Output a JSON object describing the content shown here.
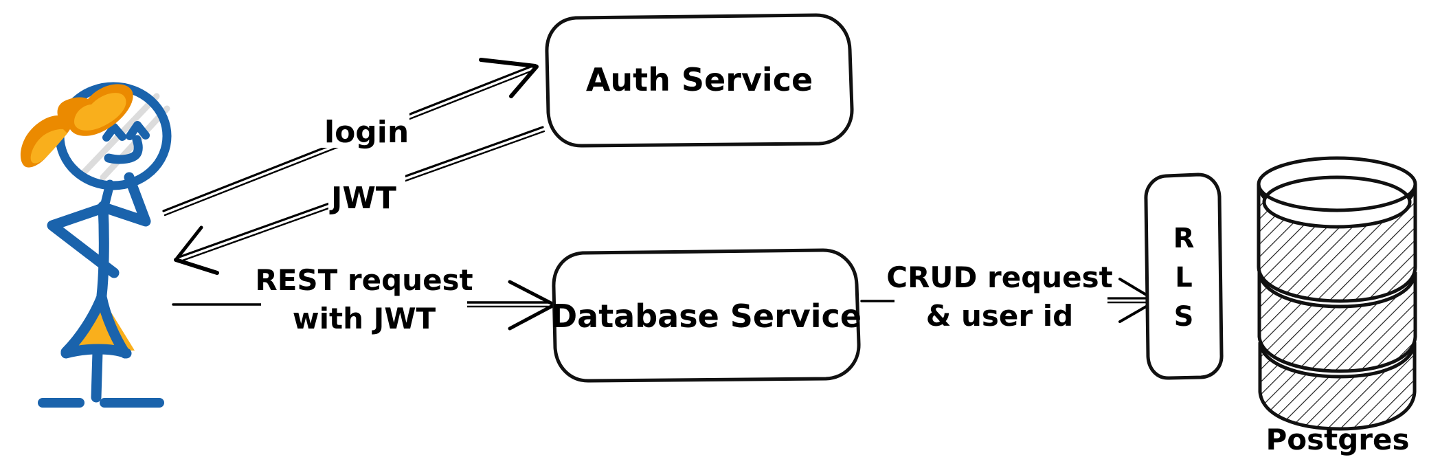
{
  "diagram": {
    "title": "Auth and Database Service flow with Postgres RLS",
    "background_color": "#ffffff",
    "stroke_color": "#000000",
    "person_blue": "#1A63AC",
    "accent_orange_dark": "#EB8A00",
    "accent_orange_light": "#F9AF1C",
    "highlight_gray": "#DCDCDC"
  },
  "actor": {
    "name": "user-stick-figure",
    "description": "hand-drawn blue stick figure person with orange hair bow and orange skirt"
  },
  "nodes": [
    {
      "id": "auth-service",
      "label": "Auth Service",
      "shape": "rounded-rect"
    },
    {
      "id": "database-service",
      "label": "Database Service",
      "shape": "rounded-rect"
    },
    {
      "id": "rls",
      "label": "RLS",
      "letters": [
        "R",
        "L",
        "S"
      ],
      "shape": "vertical-rounded-rect"
    },
    {
      "id": "postgres",
      "label": "Postgres",
      "shape": "database-cylinder",
      "segments": 3
    }
  ],
  "edges": [
    {
      "id": "login-edge",
      "label": "login",
      "from": "user-stick-figure",
      "to": "auth-service",
      "direction": "right-up"
    },
    {
      "id": "jwt-edge",
      "label": "JWT",
      "from": "auth-service",
      "to": "user-stick-figure",
      "direction": "left-down"
    },
    {
      "id": "rest-edge",
      "label_line1": "REST request",
      "label_line2": "with JWT",
      "from": "user-stick-figure",
      "to": "database-service",
      "direction": "right"
    },
    {
      "id": "crud-edge",
      "label_line1": "CRUD request",
      "label_line2": "& user id",
      "from": "database-service",
      "to": "rls",
      "direction": "right"
    }
  ],
  "labels": {
    "login": "login",
    "jwt": "JWT",
    "rest_line1": "REST request",
    "rest_line2": "with JWT",
    "crud_line1": "CRUD request",
    "crud_line2": "& user id",
    "auth_service": "Auth Service",
    "database_service": "Database Service",
    "rls_r": "R",
    "rls_l": "L",
    "rls_s": "S",
    "postgres": "Postgres"
  }
}
